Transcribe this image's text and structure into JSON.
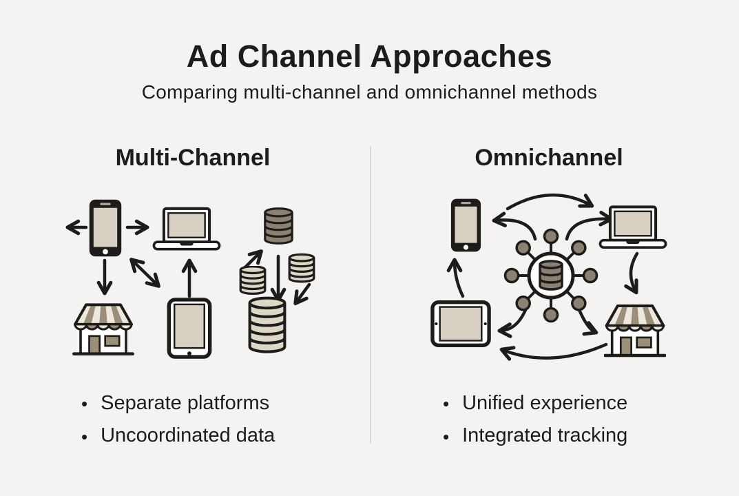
{
  "header": {
    "title": "Ad Channel Approaches",
    "subtitle": "Comparing multi-channel and omnichannel methods"
  },
  "left": {
    "heading": "Multi-Channel",
    "bullets": [
      "Separate platforms",
      "Uncoordinated data"
    ],
    "bullet_glyph": "•",
    "icons": [
      "smartphone",
      "laptop",
      "database-stack-dark",
      "coin-stack-small",
      "coin-stack-small",
      "storefront",
      "tablet-portrait",
      "database-stack-large"
    ]
  },
  "right": {
    "heading": "Omnichannel",
    "bullets": [
      "Unified experience",
      "Integrated tracking"
    ],
    "bullet_glyph": "•",
    "icons": [
      "smartphone",
      "laptop",
      "central-data-hub",
      "tablet-landscape",
      "storefront"
    ]
  },
  "colors": {
    "background": "#f4f3f1",
    "ink": "#1d1c1a",
    "screen_beige": "#d8d1c3",
    "db_dark": "#8b8172",
    "db_light": "#ddd7c8",
    "awning_tan": "#9c8f7a",
    "awning_cream": "#eee9df",
    "hub_node": "#8b8173",
    "divider": "#d9d9d9"
  }
}
